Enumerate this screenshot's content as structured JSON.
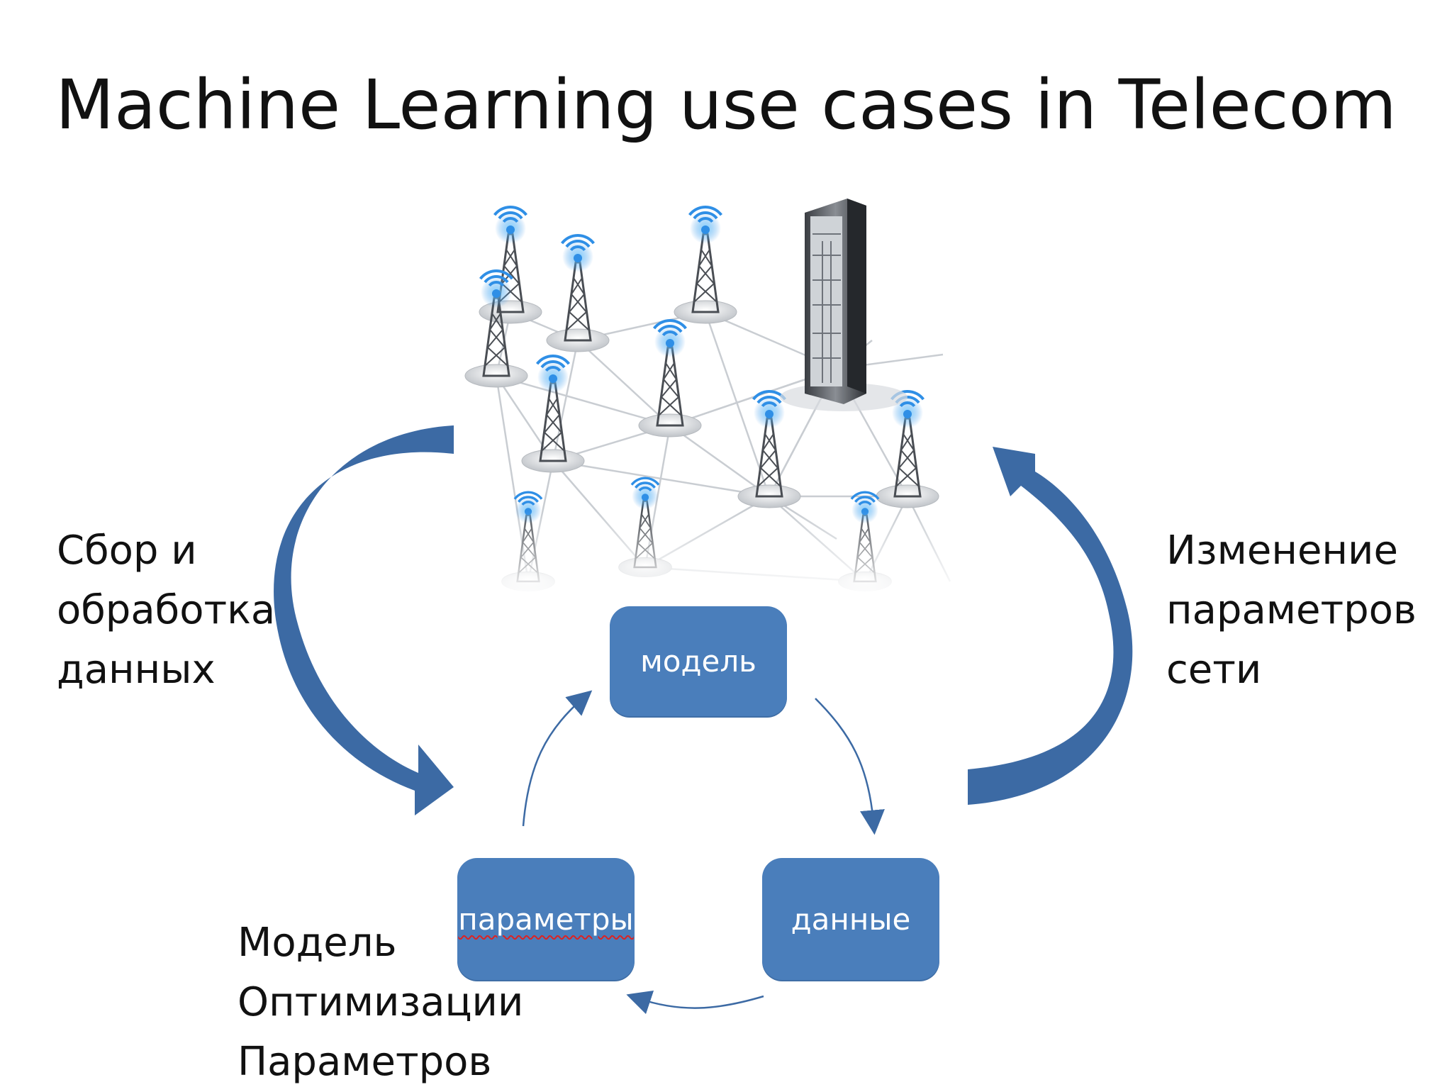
{
  "title": "Machine Learning use cases in Telecom",
  "left_label": [
    "Сбор и",
    "обработка",
    "данных"
  ],
  "right_label": [
    "Изменение",
    "параметров",
    "сети"
  ],
  "bottom_label": [
    "Модель",
    "Оптимизации",
    "Параметров"
  ],
  "boxes": {
    "model": "модель",
    "params": "параметры",
    "data": "данные"
  },
  "colors": {
    "accent_blue": "#4a7ebb",
    "dark_blue": "#3c6aa4",
    "signal_blue": "#2f8fe6"
  },
  "icons": [
    "cell-tower-icon",
    "server-rack-icon"
  ]
}
